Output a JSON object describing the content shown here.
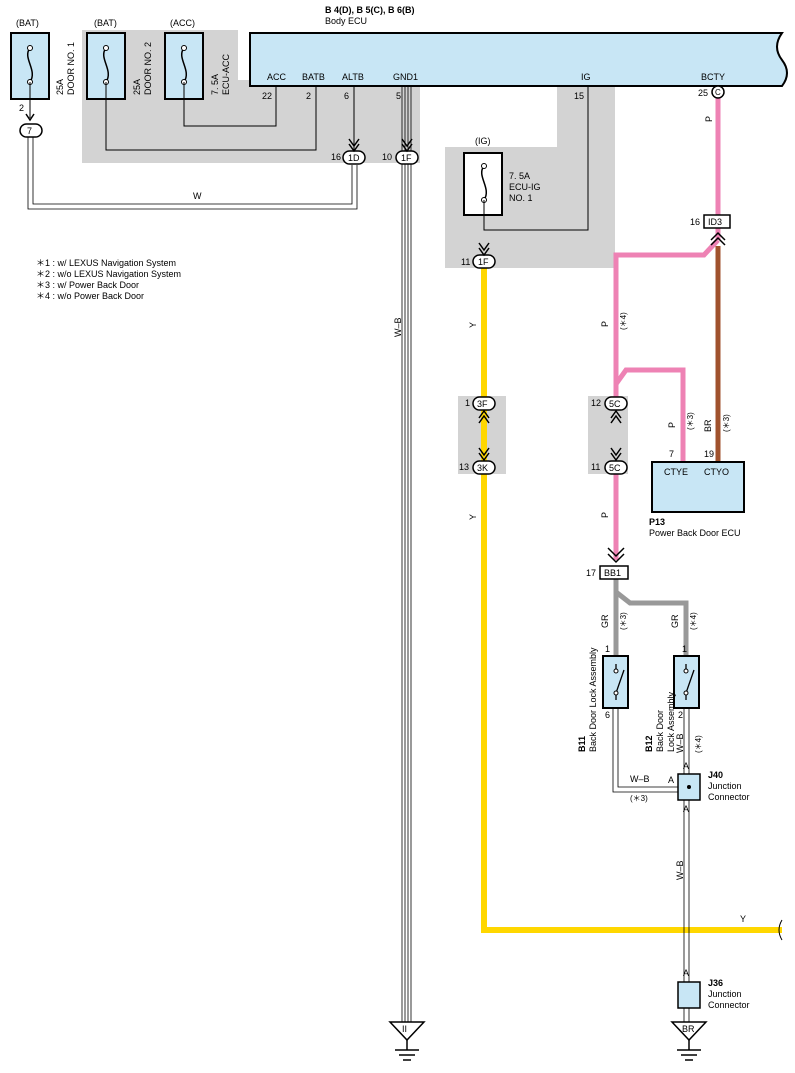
{
  "ecu": {
    "title": "B 4(D), B 5(C), B 6(B)",
    "subtitle": "Body ECU",
    "pins": {
      "acc": {
        "name": "ACC",
        "num": "22"
      },
      "batb": {
        "name": "BATB",
        "num": "2"
      },
      "altb": {
        "name": "ALTB",
        "num": "6"
      },
      "gnd1": {
        "name": "GND1",
        "num": "5"
      },
      "ig": {
        "name": "IG",
        "num": "15"
      },
      "bcty": {
        "name": "BCTY",
        "num": "25"
      }
    },
    "bcty_conn": "C"
  },
  "fuses": {
    "door1": {
      "src": "(BAT)",
      "rating": "25A",
      "name": "DOOR NO. 1",
      "pin": "2",
      "conn": "7"
    },
    "door2": {
      "src": "(BAT)",
      "rating": "25A",
      "name": "DOOR NO. 2"
    },
    "ecuacc": {
      "src": "(ACC)",
      "rating": "7. 5A",
      "name": "ECU-ACC"
    },
    "ecuig": {
      "src": "(IG)",
      "rating": "7. 5A",
      "name": "ECU-IG",
      "name2": "NO. 1"
    }
  },
  "connectors": {
    "c1d": {
      "pin": "16",
      "name": "1D"
    },
    "c1f_top": {
      "pin": "10",
      "name": "1F"
    },
    "c1f_ig": {
      "pin": "11",
      "name": "1F"
    },
    "c3f": {
      "pin": "1",
      "name": "3F"
    },
    "c3k": {
      "pin": "13",
      "name": "3K"
    },
    "c5c_top": {
      "pin": "12",
      "name": "5C"
    },
    "c5c_bot": {
      "pin": "11",
      "name": "5C"
    },
    "id3": {
      "pin": "16",
      "name": "ID3"
    },
    "bb1": {
      "pin": "17",
      "name": "BB1"
    }
  },
  "wires": {
    "w": "W",
    "wb": "W–B",
    "y": "Y",
    "p": "P",
    "br": "BR",
    "gr": "GR"
  },
  "notes": [
    "＊1 : w/ LEXUS Navigation System",
    "＊2 : w/o LEXUS Navigation System",
    "＊3 : w/ Power Back Door",
    "＊4 : w/o Power Back Door"
  ],
  "tags": {
    "s3": "(＊3)",
    "s4": "(＊4)"
  },
  "p13": {
    "code": "P13",
    "name": "Power Back Door ECU",
    "pin_ctye": {
      "name": "CTYE",
      "num": "7"
    },
    "pin_ctyo": {
      "name": "CTYO",
      "num": "19"
    }
  },
  "b11": {
    "code": "B11",
    "name": "Back Door Lock Assembly",
    "pin_top": "1",
    "pin_bot": "6"
  },
  "b12": {
    "code": "B12",
    "name": "Back Door",
    "name2": "Lock Assembly",
    "pin_top": "1",
    "pin_bot": "2"
  },
  "j40": {
    "code": "J40",
    "name": "Junction",
    "name2": "Connector",
    "pin": "A"
  },
  "j36": {
    "code": "J36",
    "name": "Junction",
    "name2": "Connector",
    "pin": "A"
  },
  "grounds": {
    "g1": "II",
    "g2": "BR"
  },
  "colors": {
    "ecu_fill": "#c8e6f5",
    "shade": "#d3d3d3",
    "pink": "#ee82b4",
    "yellow": "#ffd700",
    "brown": "#a0522d",
    "gray": "#999999"
  }
}
